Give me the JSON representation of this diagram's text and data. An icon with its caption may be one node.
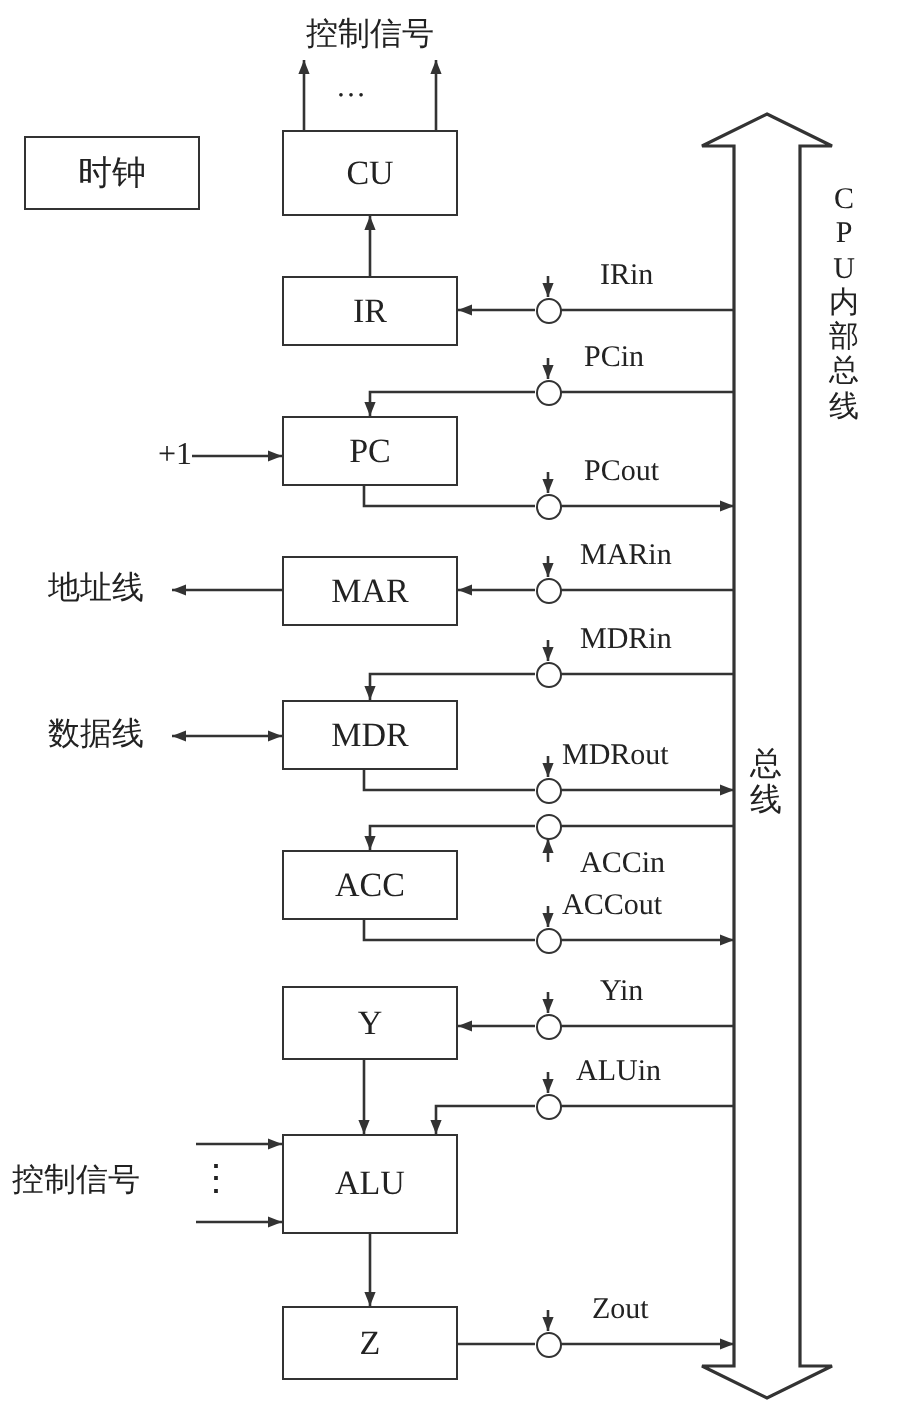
{
  "diagram": {
    "nodes": [
      {
        "text": [
          "时钟"
        ]
      },
      {
        "text": [
          "CU"
        ]
      },
      {
        "text": [
          "IR"
        ]
      },
      {
        "text": [
          "PC"
        ]
      },
      {
        "text": [
          "MAR"
        ]
      },
      {
        "text": [
          "MDR"
        ]
      },
      {
        "text": [
          "ACC"
        ]
      },
      {
        "text": [
          "Y"
        ]
      },
      {
        "text": [
          "ALU"
        ]
      },
      {
        "text": [
          "Z"
        ]
      },
      {
        "text": [
          "总线"
        ],
        "beside": [
          "CPU内部总线"
        ]
      },
      {
        "text": [
          "控制信号"
        ]
      },
      {
        "text": [
          "+1"
        ]
      },
      {
        "text": [
          "地址线"
        ]
      },
      {
        "text": [
          "数据线"
        ]
      },
      {
        "text": [
          "控制信号"
        ]
      },
      {
        "text": [],
        "shape": "circle",
        "beside": [
          "IRin"
        ]
      },
      {
        "text": [],
        "shape": "circle",
        "beside": [
          "PCin"
        ]
      },
      {
        "text": [],
        "shape": "circle",
        "beside": [
          "PCout"
        ]
      },
      {
        "text": [],
        "shape": "circle",
        "beside": [
          "MARin"
        ]
      },
      {
        "text": [],
        "shape": "circle",
        "beside": [
          "MDRin"
        ]
      },
      {
        "text": [],
        "shape": "circle",
        "beside": [
          "MDRout"
        ]
      },
      {
        "text": [],
        "shape": "circle",
        "beside": [
          "ACCin"
        ]
      },
      {
        "text": [],
        "shape": "circle",
        "beside": [
          "ACCout"
        ]
      },
      {
        "text": [],
        "shape": "circle",
        "beside": [
          "Yin"
        ]
      },
      {
        "text": [],
        "shape": "circle",
        "beside": [
          "ALUin"
        ]
      },
      {
        "text": [],
        "shape": "circle",
        "beside": [
          "Zout"
        ]
      }
    ],
    "edges": [
      {
        "from": 1,
        "to": 11,
        "arrow": "to"
      },
      {
        "from": 1,
        "to": 11,
        "arrow": "to"
      },
      {
        "from": 2,
        "to": 1,
        "arrow": "to"
      },
      {
        "from": 10,
        "to": 16,
        "arrow": "none"
      },
      {
        "from": 16,
        "to": 2,
        "arrow": "to"
      },
      {
        "from": null,
        "to": 16,
        "arrow": "to"
      },
      {
        "from": 10,
        "to": 17,
        "arrow": "none"
      },
      {
        "from": 17,
        "to": 3,
        "arrow": "to"
      },
      {
        "from": null,
        "to": 17,
        "arrow": "to"
      },
      {
        "from": 12,
        "to": 3,
        "arrow": "to"
      },
      {
        "from": 3,
        "to": 18,
        "arrow": "none"
      },
      {
        "from": 18,
        "to": 10,
        "arrow": "to"
      },
      {
        "from": null,
        "to": 18,
        "arrow": "to"
      },
      {
        "from": 10,
        "to": 19,
        "arrow": "none"
      },
      {
        "from": 19,
        "to": 4,
        "arrow": "to"
      },
      {
        "from": null,
        "to": 19,
        "arrow": "to"
      },
      {
        "from": 4,
        "to": 13,
        "arrow": "to"
      },
      {
        "from": 10,
        "to": 20,
        "arrow": "none"
      },
      {
        "from": 20,
        "to": 5,
        "arrow": "to"
      },
      {
        "from": null,
        "to": 20,
        "arrow": "to"
      },
      {
        "from": 5,
        "to": 14,
        "arrow": "both"
      },
      {
        "from": 5,
        "to": 21,
        "arrow": "none"
      },
      {
        "from": 21,
        "to": 10,
        "arrow": "to"
      },
      {
        "from": null,
        "to": 21,
        "arrow": "to"
      },
      {
        "from": 10,
        "to": 22,
        "arrow": "none"
      },
      {
        "from": 22,
        "to": 6,
        "arrow": "to"
      },
      {
        "from": null,
        "to": 22,
        "arrow": "to"
      },
      {
        "from": 6,
        "to": 23,
        "arrow": "none"
      },
      {
        "from": 23,
        "to": 10,
        "arrow": "to"
      },
      {
        "from": null,
        "to": 23,
        "arrow": "to"
      },
      {
        "from": 10,
        "to": 24,
        "arrow": "none"
      },
      {
        "from": 24,
        "to": 7,
        "arrow": "to"
      },
      {
        "from": null,
        "to": 24,
        "arrow": "to"
      },
      {
        "from": 7,
        "to": 8,
        "arrow": "to"
      },
      {
        "from": 10,
        "to": 25,
        "arrow": "none"
      },
      {
        "from": 25,
        "to": 8,
        "arrow": "to"
      },
      {
        "from": null,
        "to": 25,
        "arrow": "to"
      },
      {
        "from": 15,
        "to": 8,
        "arrow": "to"
      },
      {
        "from": 15,
        "to": 8,
        "arrow": "to"
      },
      {
        "from": 8,
        "to": 9,
        "arrow": "to"
      },
      {
        "from": 9,
        "to": 26,
        "arrow": "none"
      },
      {
        "from": 26,
        "to": 10,
        "arrow": "to"
      },
      {
        "from": null,
        "to": 26,
        "arrow": "to"
      }
    ],
    "labels": [
      "…",
      "⋮"
    ]
  }
}
